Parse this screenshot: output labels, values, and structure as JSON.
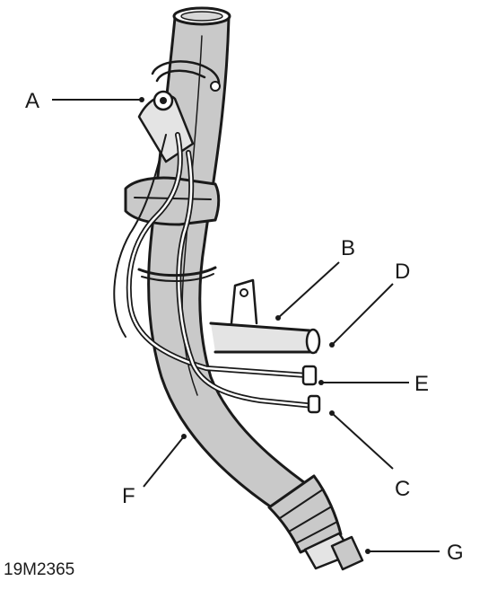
{
  "figure_id": "19M2365",
  "callouts": {
    "a": "A",
    "b": "B",
    "c": "C",
    "d": "D",
    "e": "E",
    "f": "F",
    "g": "G"
  }
}
